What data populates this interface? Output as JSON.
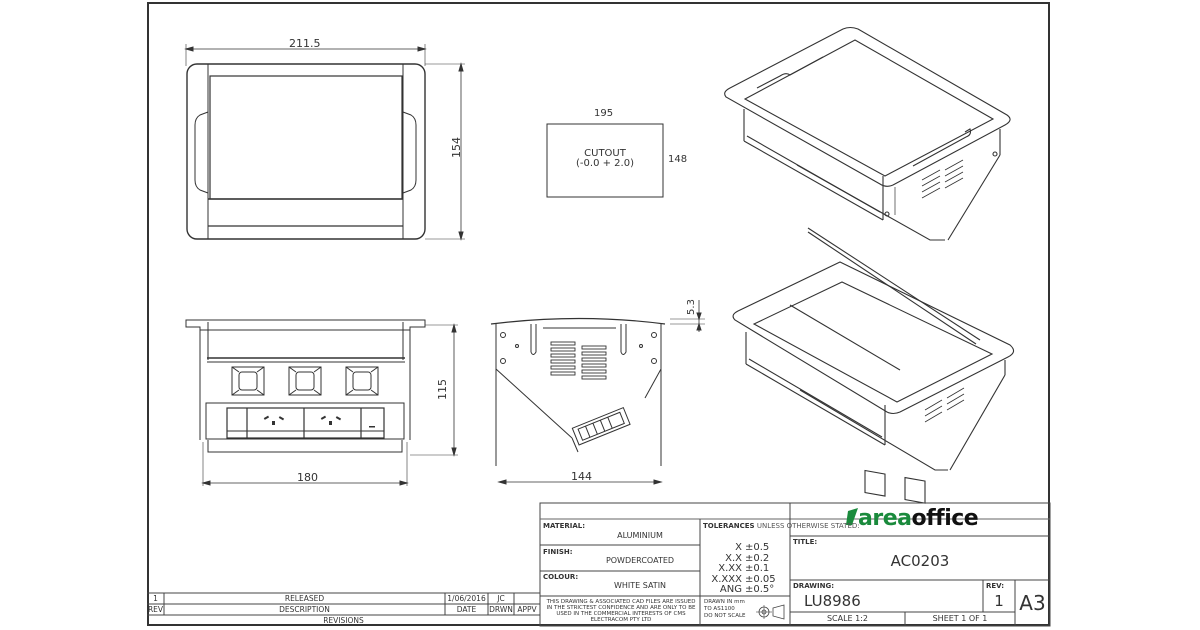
{
  "views": {
    "top": {
      "width_dim": "211.5",
      "height_dim": "154"
    },
    "cutout": {
      "width_dim": "195",
      "height_dim": "148",
      "label": "CUTOUT",
      "tolerance": "(-0.0 + 2.0)"
    },
    "front": {
      "width_dim": "180",
      "height_dim": "115"
    },
    "side": {
      "width_dim": "144",
      "lip_dim": "5.3"
    }
  },
  "title_block": {
    "material_label": "MATERIAL:",
    "material_value": "ALUMINIUM",
    "finish_label": "FINISH:",
    "finish_value": "POWDERCOATED",
    "colour_label": "COLOUR:",
    "colour_value": "WHITE SATIN",
    "confidential_note": "THIS DRAWING & ASSOCIATED CAD FILES ARE ISSUED IN THE STRICTEST CONFIDENCE AND ARE ONLY TO BE USED IN THE COMMERCIAL INTERESTS OF CMS ELECTRACOM PTY LTD",
    "tolerances_heading_bold": "TOLERANCES",
    "tolerances_heading_rest": " UNLESS OTHERWISE STATED:",
    "tolerances": [
      {
        "key": "X",
        "value": "±0.5"
      },
      {
        "key": "X.X",
        "value": "±0.2"
      },
      {
        "key": "X.XX",
        "value": "±0.1"
      },
      {
        "key": "X.XXX",
        "value": "±0.05"
      },
      {
        "key": "ANG",
        "value": "±0.5°"
      }
    ],
    "units_note_1": "DRAWN IN mm",
    "units_note_2": "TO AS1100",
    "units_note_3": "DO NOT SCALE",
    "logo_green": "area",
    "logo_black": "office",
    "title_label": "TITLE:",
    "title_value": "AC0203",
    "drawing_label": "DRAWING:",
    "drawing_value": "LU8986",
    "rev_label": "REV:",
    "rev_value": "1",
    "sheet_size": "A3",
    "scale": "SCALE 1:2",
    "sheet": "SHEET 1 OF 1"
  },
  "revisions": {
    "title": "REVISIONS",
    "headers": {
      "rev": "REV",
      "description": "DESCRIPTION",
      "date": "DATE",
      "drwn": "DRWN",
      "appv": "APPV"
    },
    "rows": [
      {
        "rev": "1",
        "description": "RELEASED",
        "date": "1/06/2016",
        "drwn": "JC",
        "appv": ""
      }
    ]
  }
}
